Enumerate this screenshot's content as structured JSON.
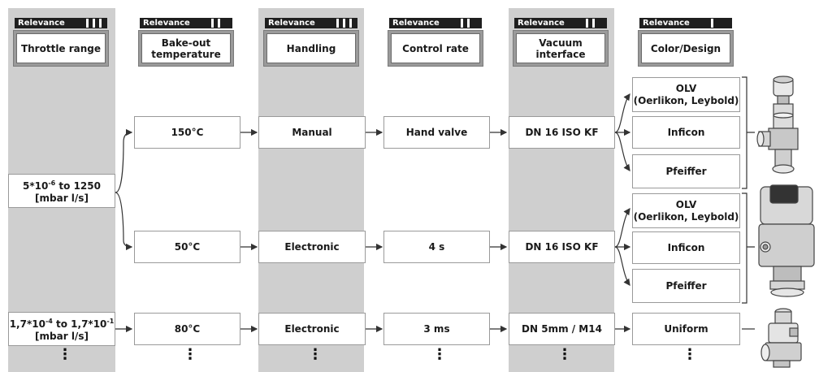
{
  "relevance_label": "Relevance",
  "columns": [
    {
      "header": "Throttle range",
      "relevance": 3
    },
    {
      "header": "Bake-out temperature",
      "relevance": 2
    },
    {
      "header": "Handling",
      "relevance": 3
    },
    {
      "header": "Control rate",
      "relevance": 2
    },
    {
      "header": "Vacuum interface",
      "relevance": 2
    },
    {
      "header": "Color/Design",
      "relevance": 1
    }
  ],
  "throttle": {
    "r1_a": "5*10",
    "r1_a_exp": "-6",
    "r1_b": " to 1250",
    "r1_unit": "[mbar l/s]",
    "r2_a": "1,7*10",
    "r2_a_exp": "-4",
    "r2_b": " to 1,7*10",
    "r2_b_exp": "-1",
    "r2_unit": "[mbar l/s]"
  },
  "rows": [
    {
      "bake": "150°C",
      "handling": "Manual",
      "control": "Hand valve",
      "interface": "DN 16 ISO KF"
    },
    {
      "bake": "50°C",
      "handling": "Electronic",
      "control": "4 s",
      "interface": "DN 16 ISO KF"
    },
    {
      "bake": "80°C",
      "handling": "Electronic",
      "control": "3 ms",
      "interface": "DN 5mm / M14"
    }
  ],
  "design": {
    "olv_1": "OLV",
    "olv_2": "(Oerlikon, Leybold)",
    "inficon": "Inficon",
    "pfeiffer": "Pfeiffer",
    "uniform": "Uniform"
  },
  "continuation": "⋮",
  "colors": {
    "column_bg": "#cfcfcf",
    "header_bg": "#1f1f1f",
    "line": "#333333"
  },
  "icons": [
    "hand-valve-image",
    "electronic-valve-image",
    "solenoid-valve-image"
  ]
}
